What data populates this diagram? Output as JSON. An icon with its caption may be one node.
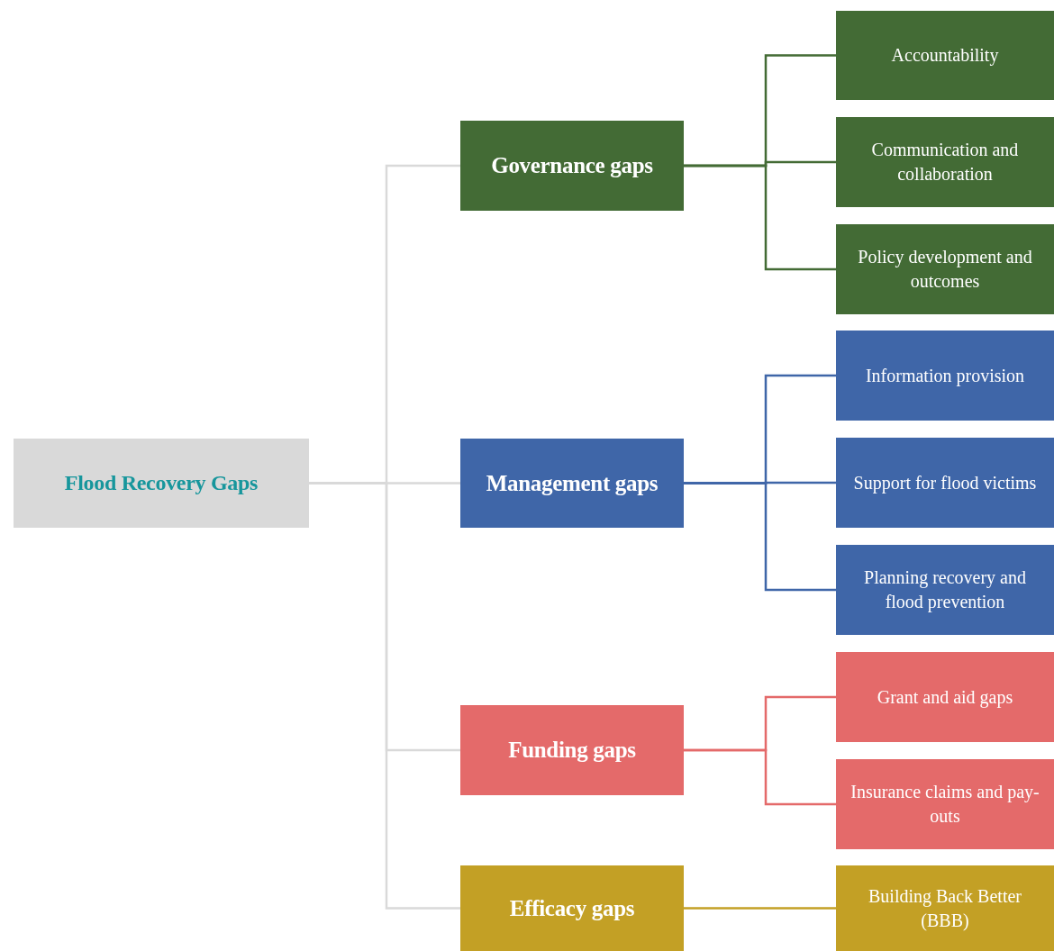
{
  "diagram": {
    "nodes": [
      {
        "text": [
          "Flood Recovery Gaps"
        ]
      },
      {
        "text": [
          "Governance gaps"
        ]
      },
      {
        "text": [
          "Accountability"
        ]
      },
      {
        "text": [
          "Communication and collaboration"
        ]
      },
      {
        "text": [
          "Policy development and outcomes"
        ]
      },
      {
        "text": [
          "Management gaps"
        ]
      },
      {
        "text": [
          "Information provision"
        ]
      },
      {
        "text": [
          "Support for flood victims"
        ]
      },
      {
        "text": [
          "Planning recovery and flood prevention"
        ]
      },
      {
        "text": [
          "Funding gaps"
        ]
      },
      {
        "text": [
          "Grant and aid gaps"
        ]
      },
      {
        "text": [
          "Insurance claims and pay-outs"
        ]
      },
      {
        "text": [
          "Efficacy gaps"
        ]
      },
      {
        "text": [
          "Building Back Better (BBB)"
        ]
      }
    ],
    "edges": [
      {
        "from": 0,
        "to": 1,
        "arrow": "none",
        "color": "#d9d9d9"
      },
      {
        "from": 0,
        "to": 5,
        "arrow": "none",
        "color": "#d9d9d9"
      },
      {
        "from": 0,
        "to": 9,
        "arrow": "none",
        "color": "#d9d9d9"
      },
      {
        "from": 0,
        "to": 12,
        "arrow": "none",
        "color": "#d9d9d9"
      },
      {
        "from": 1,
        "to": 2,
        "arrow": "none",
        "color": "#436b35"
      },
      {
        "from": 1,
        "to": 3,
        "arrow": "none",
        "color": "#436b35"
      },
      {
        "from": 1,
        "to": 4,
        "arrow": "none",
        "color": "#436b35"
      },
      {
        "from": 5,
        "to": 6,
        "arrow": "none",
        "color": "#3f66a8"
      },
      {
        "from": 5,
        "to": 7,
        "arrow": "none",
        "color": "#3f66a8"
      },
      {
        "from": 5,
        "to": 8,
        "arrow": "none",
        "color": "#3f66a8"
      },
      {
        "from": 9,
        "to": 10,
        "arrow": "none",
        "color": "#e46a6a"
      },
      {
        "from": 9,
        "to": 11,
        "arrow": "none",
        "color": "#e46a6a"
      },
      {
        "from": 12,
        "to": 13,
        "arrow": "none",
        "color": "#c3a025"
      }
    ]
  }
}
